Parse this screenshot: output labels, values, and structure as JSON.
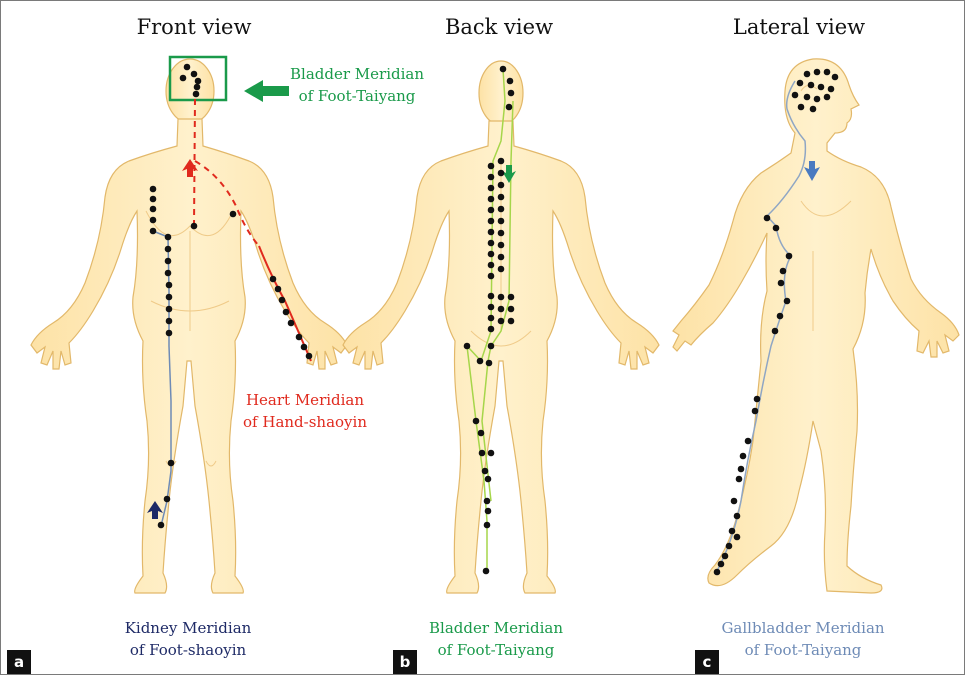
{
  "panels": [
    {
      "id": "a",
      "label": "a",
      "title": "Front view",
      "captions": [
        {
          "key": "bladder",
          "lines": [
            "Bladder Meridian",
            "of Foot-Taiyang"
          ],
          "color": "#1a9a4a"
        },
        {
          "key": "heart",
          "lines": [
            "Heart Meridian",
            "of Hand-shaoyin"
          ],
          "color": "#e02a1e"
        },
        {
          "key": "kidney",
          "lines": [
            "Kidney Meridian",
            "of Foot-shaoyin"
          ],
          "color": "#1e2a66"
        }
      ]
    },
    {
      "id": "b",
      "label": "b",
      "title": "Back view",
      "captions": [
        {
          "key": "bladder",
          "lines": [
            "Bladder Meridian",
            "of Foot-Taiyang"
          ],
          "color": "#1a9a4a"
        }
      ]
    },
    {
      "id": "c",
      "label": "c",
      "title": "Lateral view",
      "captions": [
        {
          "key": "gallbladder",
          "lines": [
            "Gallbladder Meridian",
            "of Foot-Taiyang"
          ],
          "color": "#6e8bb6"
        }
      ]
    }
  ],
  "colors": {
    "skin": "#fde7b4",
    "skin_stroke": "#e2b86a",
    "shade": "#f6cf80",
    "point": "#111111",
    "heart": "#e02a1e",
    "bladder": "#1a9a4a",
    "bladder_line": "#a6d64a",
    "kidney": "#1e2a66",
    "gallbladder": "#4a7ac0",
    "gallbladder_line": "#8fa6c4",
    "highlight_box": "#1a9a4a"
  },
  "icons": {
    "arrow": "arrow-icon",
    "acupoint": "acupoint-dot"
  }
}
